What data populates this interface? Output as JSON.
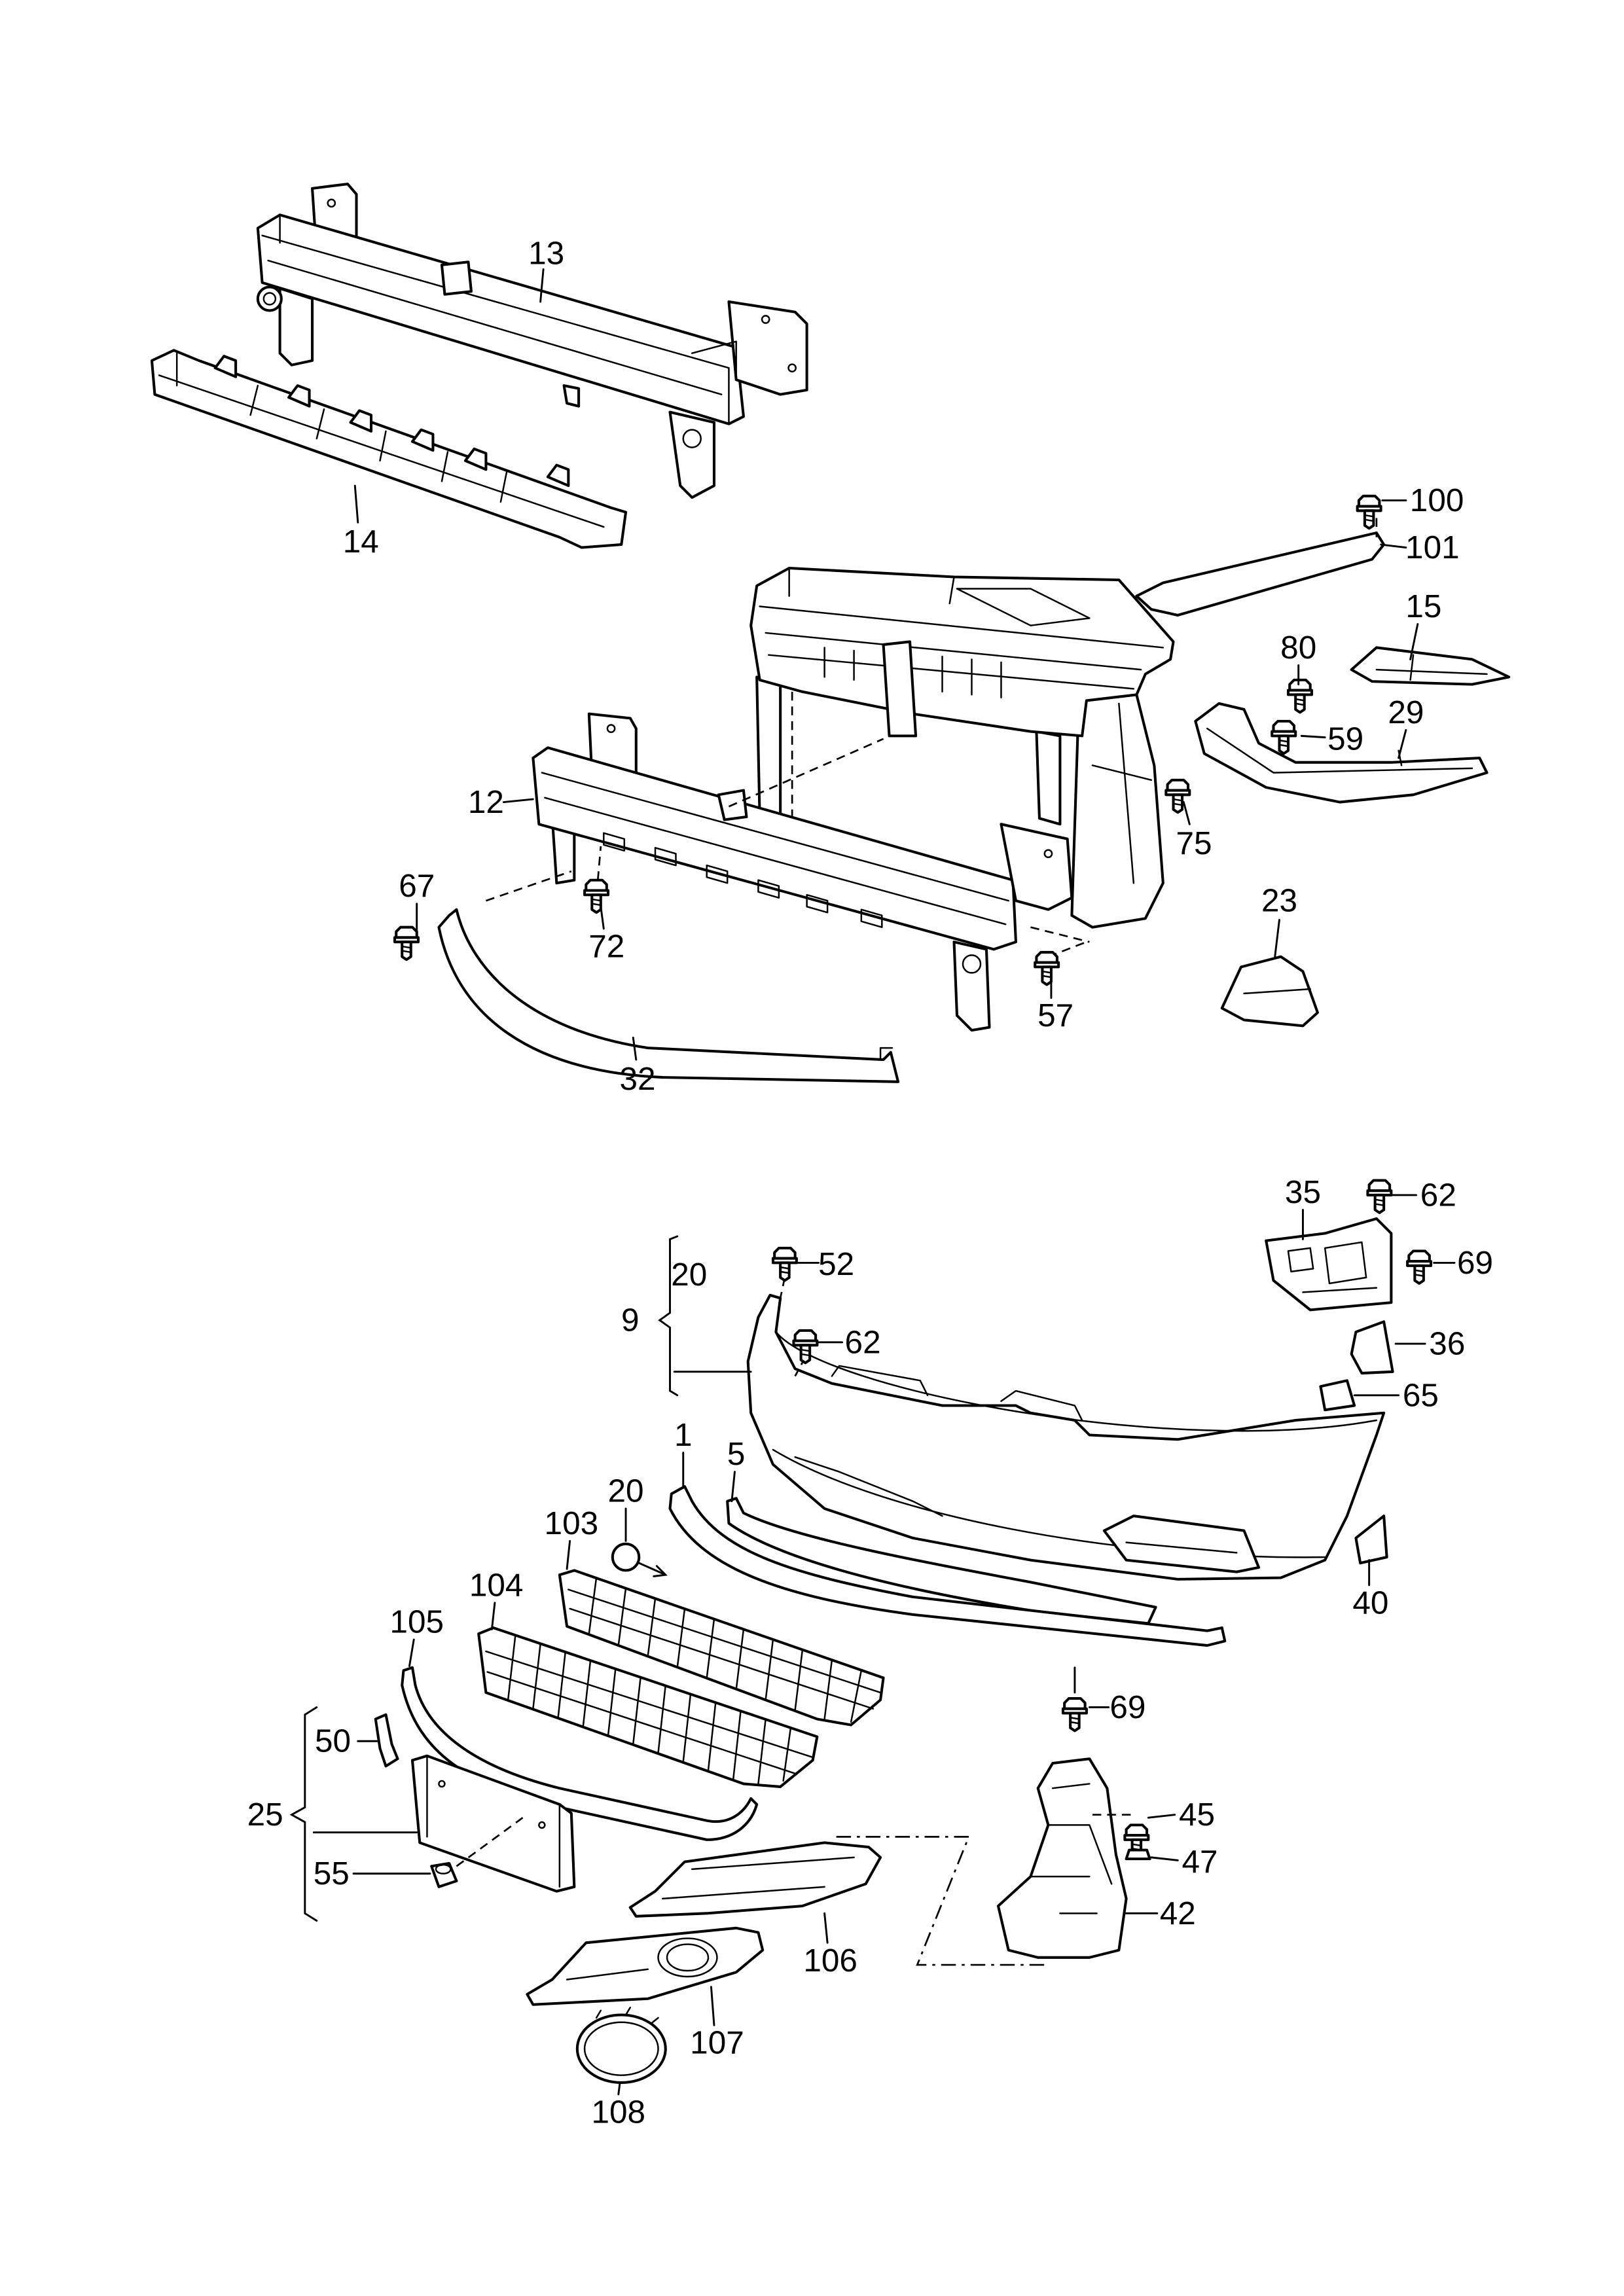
{
  "diagram": {
    "callouts": {
      "upper": [
        "13",
        "14",
        "100",
        "101",
        "15",
        "80",
        "59",
        "29",
        "12",
        "75",
        "67",
        "72",
        "57",
        "23",
        "32"
      ],
      "lower": [
        "35",
        "62",
        "69",
        "20",
        "52",
        "9",
        "62",
        "36",
        "65",
        "1",
        "5",
        "20",
        "103",
        "104",
        "40",
        "105",
        "69",
        "50",
        "25",
        "45",
        "47",
        "55",
        "42",
        "106",
        "107",
        "108"
      ]
    },
    "colors": {
      "line": "#000000",
      "background": "#ffffff"
    },
    "icons": {
      "fastener": "bolt-icon"
    }
  }
}
